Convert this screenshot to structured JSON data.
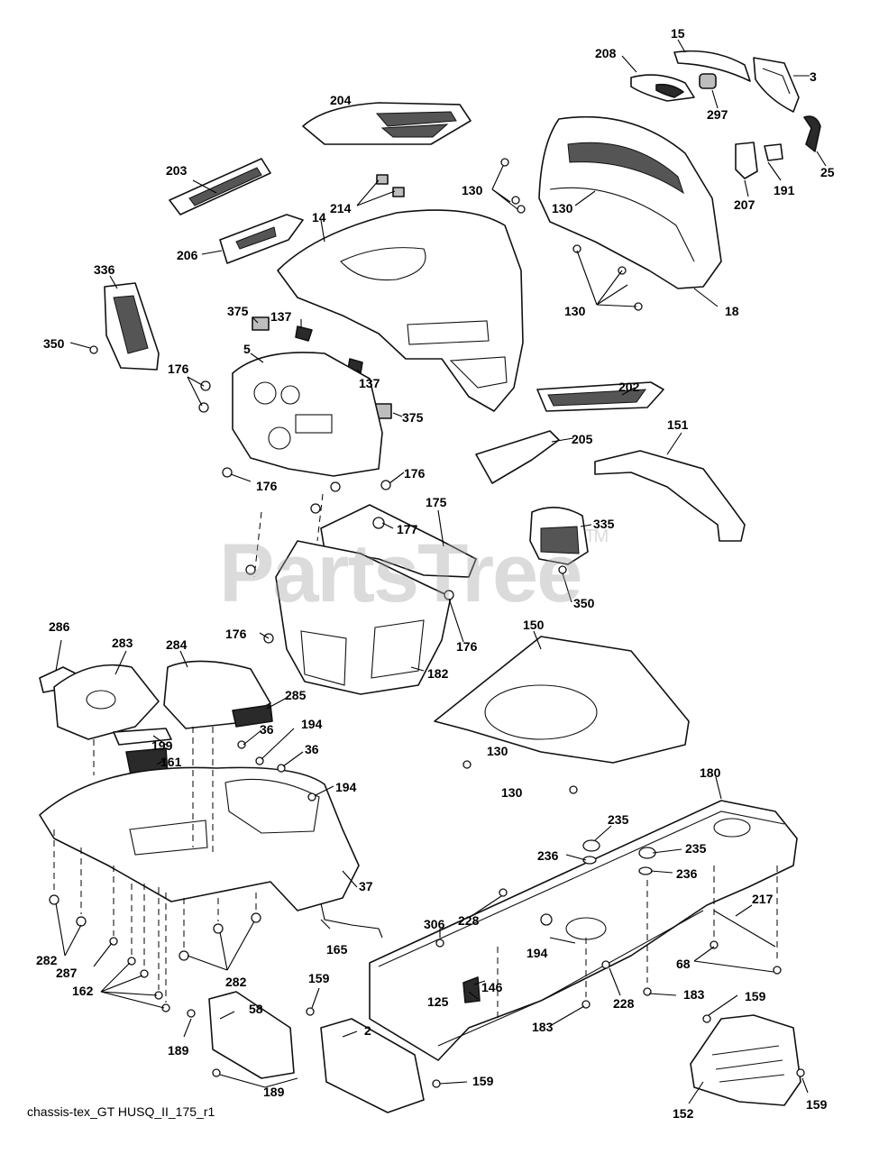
{
  "watermark": {
    "text": "PartsTree",
    "mark": "TM"
  },
  "footer": "chassis-tex_GT HUSQ_II_175_r1",
  "callouts": {
    "c15": "15",
    "c208": "208",
    "c3": "3",
    "c297": "297",
    "c25": "25",
    "c204": "204",
    "c191": "191",
    "c207": "207",
    "c130a": "130",
    "c130b": "130",
    "c130c": "130",
    "c130d": "130",
    "c130e": "130",
    "c203": "203",
    "c214": "214",
    "c14": "14",
    "c206": "206",
    "c18": "18",
    "c336": "336",
    "c375a": "375",
    "c137a": "137",
    "c137b": "137",
    "c350a": "350",
    "c5": "5",
    "c176a": "176",
    "c375b": "375",
    "c202": "202",
    "c176b": "176",
    "c151": "151",
    "c176c": "176",
    "c205": "205",
    "c175": "175",
    "c177": "177",
    "c335": "335",
    "c350b": "350",
    "c176d": "176",
    "c176e": "176",
    "c286": "286",
    "c283": "283",
    "c284": "284",
    "c150": "150",
    "c182": "182",
    "c285": "285",
    "c36a": "36",
    "c194a": "194",
    "c36b": "36",
    "c199": "199",
    "c161": "161",
    "c194b": "194",
    "c180": "180",
    "c235a": "235",
    "c236a": "236",
    "c235b": "235",
    "c236b": "236",
    "c37": "37",
    "c217": "217",
    "c306": "306",
    "c228a": "228",
    "c282a": "282",
    "c165": "165",
    "c194c": "194",
    "c68": "68",
    "c287": "287",
    "c282b": "282",
    "c162": "162",
    "c159a": "159",
    "c146": "146",
    "c125": "125",
    "c228b": "228",
    "c183a": "183",
    "c58": "58",
    "c2": "2",
    "c159b": "159",
    "c183b": "183",
    "c189a": "189",
    "c189b": "189",
    "c159c": "159",
    "c152": "152",
    "c159d": "159"
  }
}
